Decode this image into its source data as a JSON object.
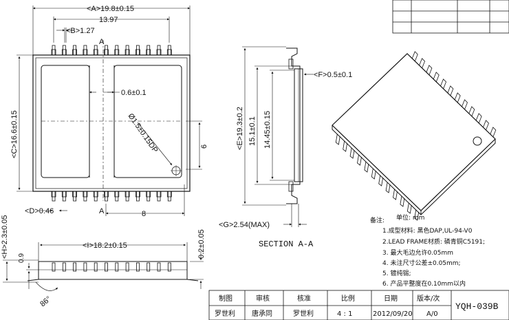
{
  "top_view": {
    "dim_a": "<A>19.8±0.15",
    "dim_pitch_total": "13.97",
    "dim_b": "<B>1.27",
    "section_marker": "A",
    "dim_lead_gap": "0.6±0.1",
    "dim_c": "<C>16.6±0.15",
    "dim_hole": "Ø1.5±0.15DP",
    "dim_6": "6",
    "dim_d": "<D>0.46",
    "dim_8": "8"
  },
  "section_view": {
    "dim_f": "<F>0.5±0.1",
    "dim_e": "<E>19.3±0.2",
    "dim_15_1": "15.1±0.1",
    "dim_14_45": "14.45±0.15",
    "dim_g": "<G>2.54(MAX)",
    "title": "SECTION   A-A"
  },
  "side_view": {
    "dim_h": "<H>2.3±0.05",
    "dim_0_9": "0.9",
    "dim_i": "<I>18.2±0.15",
    "dim_0_2": "0.2±0.05",
    "dim_angle": "86°"
  },
  "notes": {
    "header": "备注:",
    "unit": "单位: mm",
    "items": [
      "1.成型材料: 黑色DAP,UL-94-V0",
      "2.LEAD FRAME材质: 磷青铜C5191;",
      "3. 最大毛边允许0.05mm",
      "4. 未注尺寸公差±0.05mm;",
      "5. 镀纯锡;",
      "6. 产品平整度在0.10mm以内"
    ]
  },
  "title_block": {
    "headers": [
      "制图",
      "审核",
      "核准",
      "比例",
      "日期",
      "版本/次"
    ],
    "values": [
      "罗世利",
      "唐承同",
      "罗世利",
      "4 : 1",
      "2012/09/20",
      "A/0"
    ],
    "part_number": "YQH-039B"
  }
}
